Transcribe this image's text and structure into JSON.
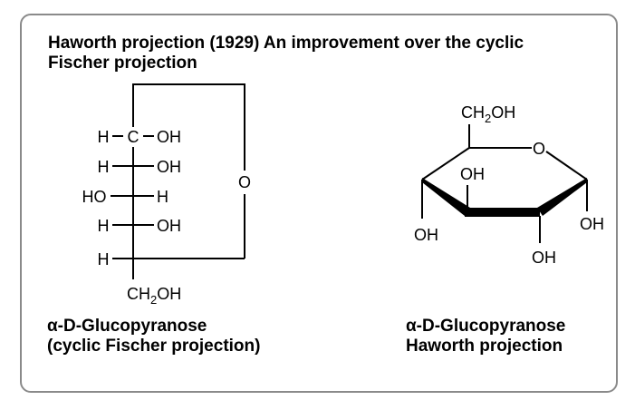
{
  "title": {
    "line1": "Haworth projection (1929) An improvement over the cyclic",
    "line2": "Fischer projection"
  },
  "fischer": {
    "rows": [
      {
        "left": "H",
        "right": "OH"
      },
      {
        "left": "H",
        "right": "OH"
      },
      {
        "left": "HO",
        "right": "H"
      },
      {
        "left": "H",
        "right": "OH"
      },
      {
        "left": "H",
        "right": ""
      }
    ],
    "c1_label": "C",
    "ring_oxygen": "O",
    "bottom_group": "CH2OH",
    "caption_line1": "α-D-Glucopyranose",
    "caption_line2": "(cyclic Fischer projection)"
  },
  "haworth": {
    "top_group": "CH2OH",
    "ring_oxygen": "O",
    "oh_inside": "OH",
    "oh_left": "OH",
    "oh_bottom": "OH",
    "oh_right": "OH",
    "caption_line1": "α-D-Glucopyranose",
    "caption_line2": "Haworth projection"
  }
}
